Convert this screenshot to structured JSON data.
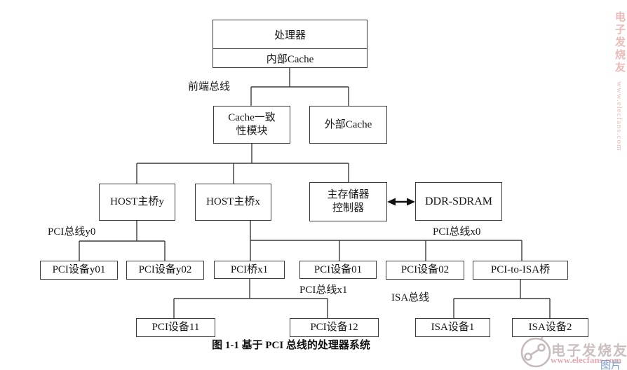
{
  "page": {
    "caption": "图 1-1 基于 PCI 总线的处理器系统"
  },
  "nodes": {
    "processor": "处理器",
    "internal_cache": "内部Cache",
    "cache_coherency_l1": "Cache一致",
    "cache_coherency_l2": "性模块",
    "external_cache": "外部Cache",
    "host_bridge_y": "HOST主桥y",
    "host_bridge_x": "HOST主桥x",
    "mem_ctrl_l1": "主存储器",
    "mem_ctrl_l2": "控制器",
    "ddr_sdram": "DDR-SDRAM",
    "pci_dev_y01": "PCI设备y01",
    "pci_dev_y02": "PCI设备y02",
    "pci_bridge_x1": "PCI桥x1",
    "pci_dev_01": "PCI设备01",
    "pci_dev_02": "PCI设备02",
    "pci_to_isa_bridge": "PCI-to-ISA桥",
    "pci_dev_11": "PCI设备11",
    "pci_dev_12": "PCI设备12",
    "isa_dev_1": "ISA设备1",
    "isa_dev_2": "ISA设备2"
  },
  "bus_labels": {
    "front_side_bus": "前端总线",
    "pci_bus_y0": "PCI总线y0",
    "pci_bus_x0": "PCI总线x0",
    "pci_bus_x1": "PCI总线x1",
    "isa_bus": "ISA总线"
  },
  "watermark": {
    "brand": "电子发烧友",
    "url": "www.elecfans.com",
    "corner_label": "图片",
    "line_color": "#3c3c3c",
    "brand_color": "#cbbfbf",
    "url_color": "#e3abb0",
    "corner_color": "#7d9fd6"
  }
}
